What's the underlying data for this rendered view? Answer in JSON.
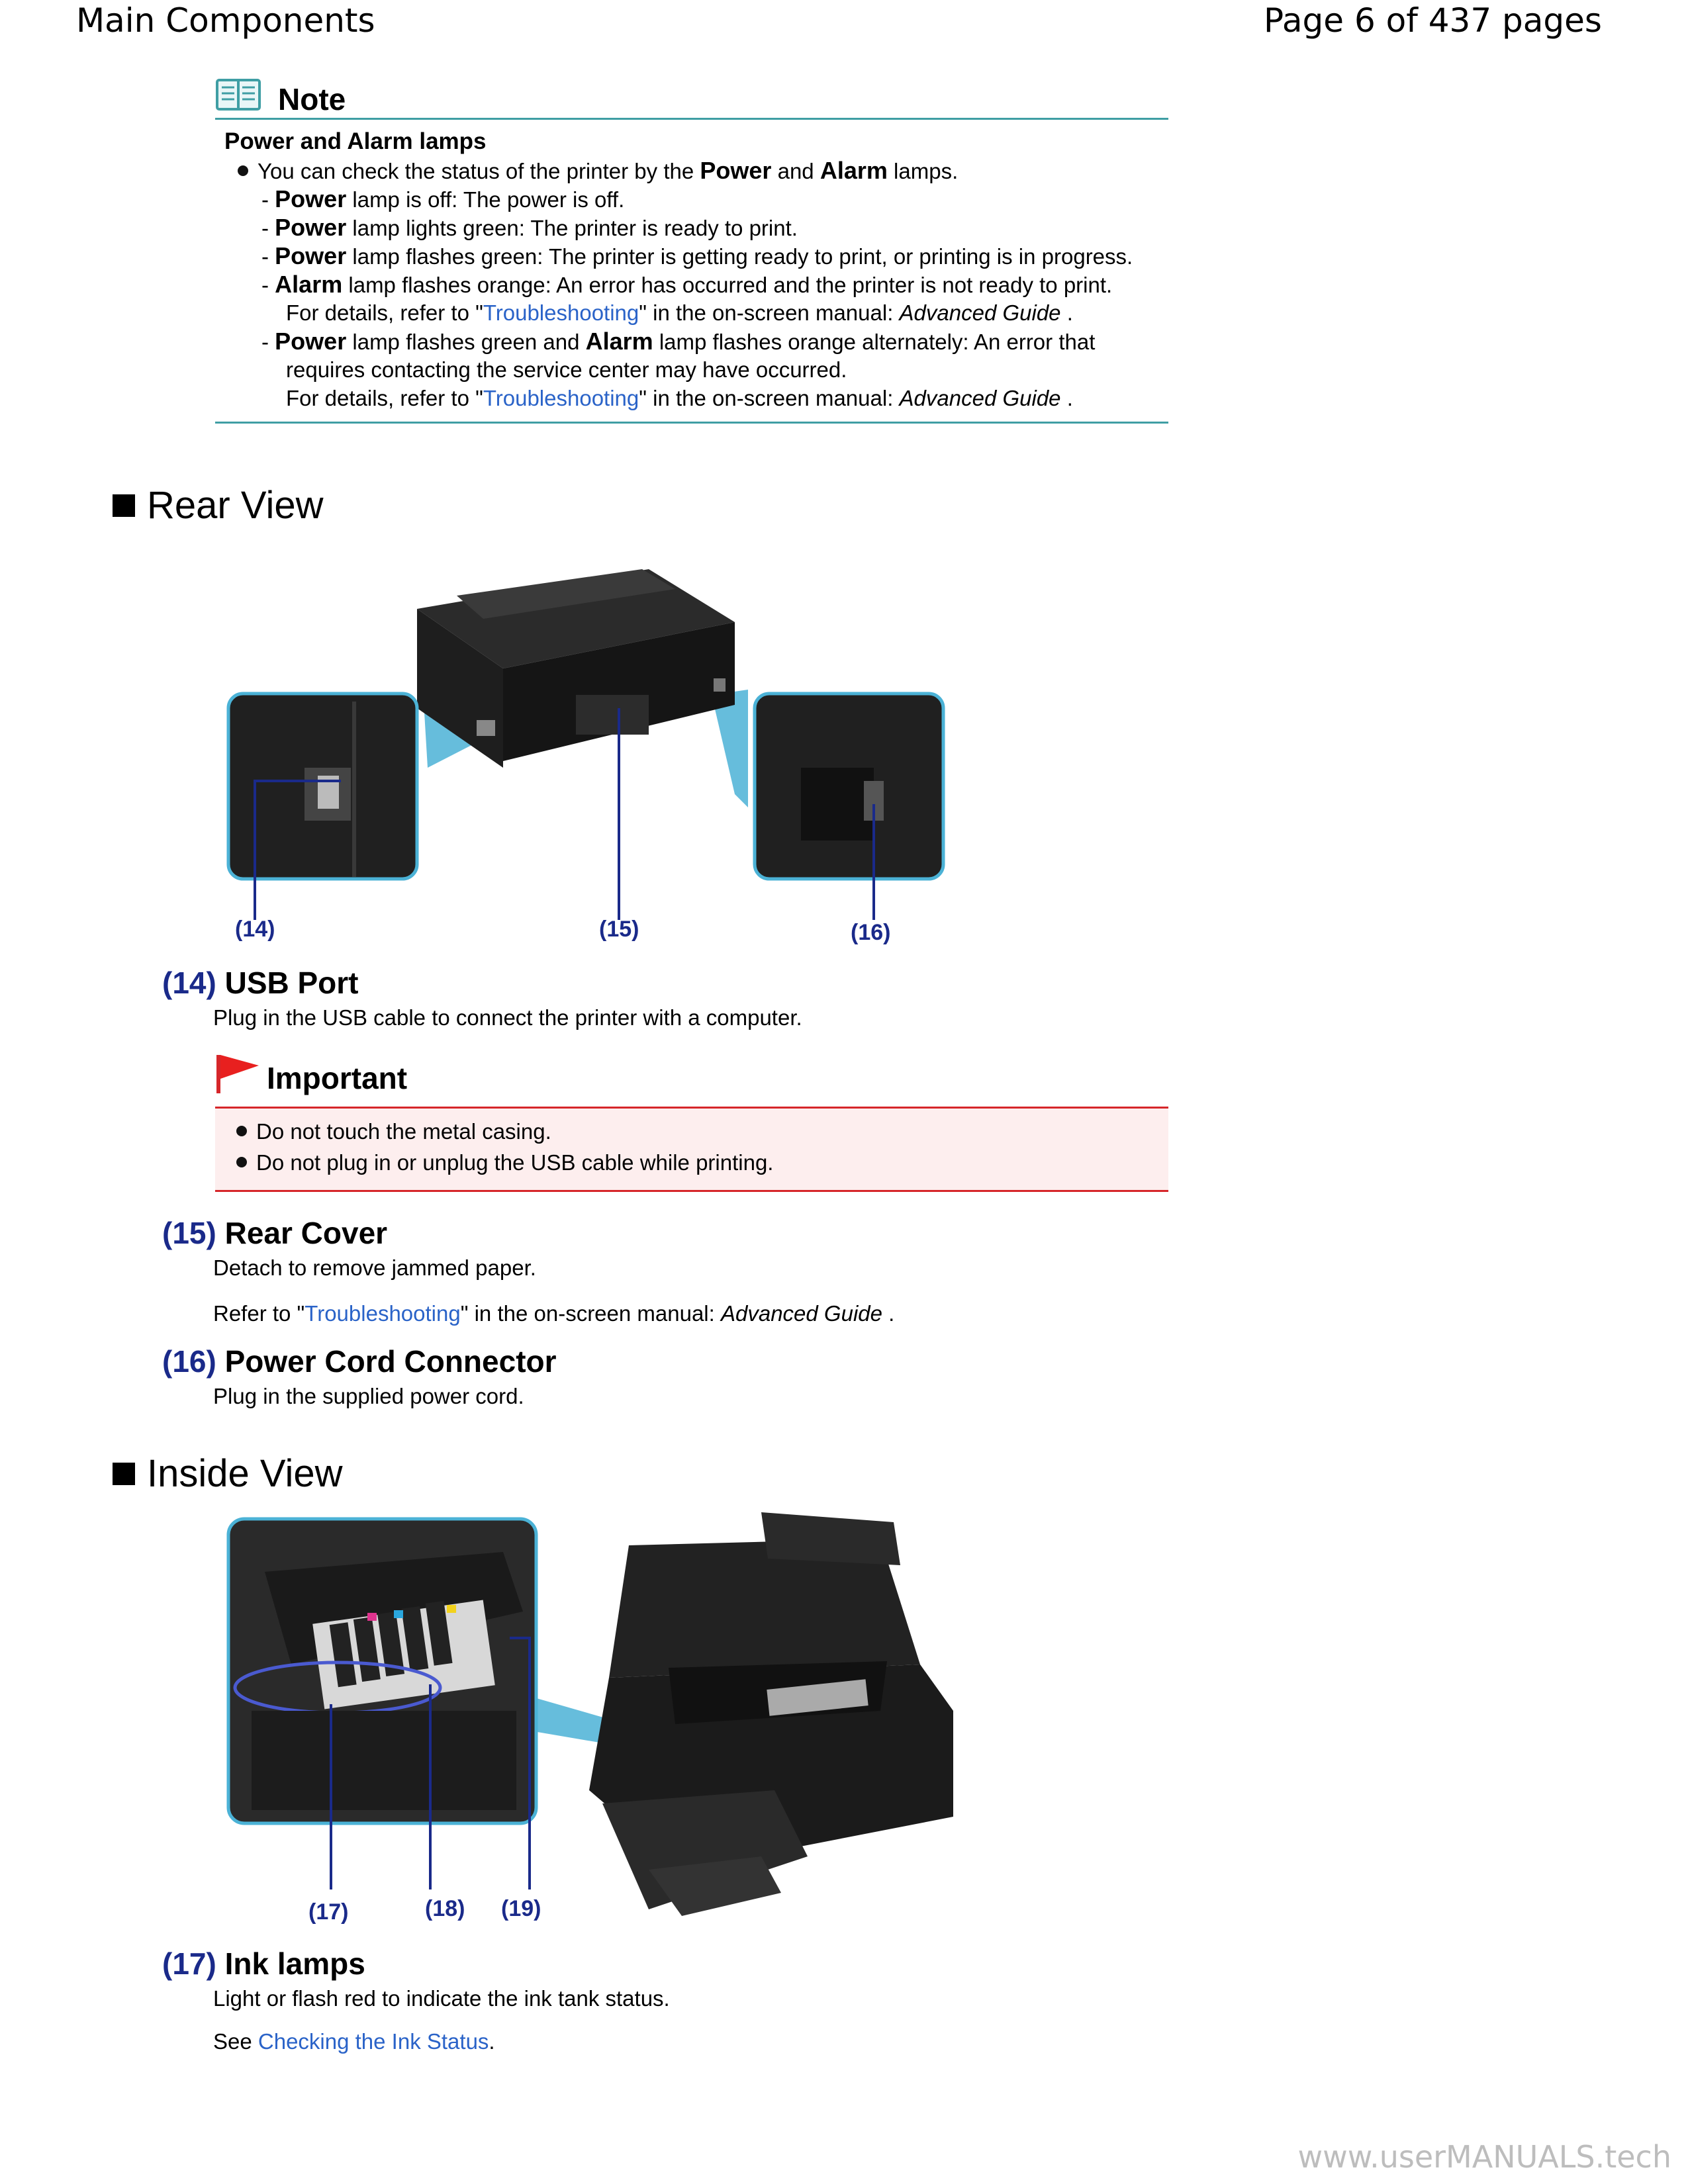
{
  "header": {
    "left": "Main Components",
    "right": "Page 6 of 437 pages"
  },
  "note": {
    "title": "Note",
    "heading": "Power and Alarm lamps",
    "intro": {
      "pre": "You can check the status of the printer by the ",
      "power": "Power",
      "and": " and ",
      "alarm": "Alarm",
      "post": " lamps."
    },
    "lines": [
      {
        "dash": "- ",
        "bold": "Power",
        "text": " lamp is off: The power is off."
      },
      {
        "dash": "- ",
        "bold": "Power",
        "text": " lamp lights green: The printer is ready to print."
      },
      {
        "dash": "- ",
        "bold": "Power",
        "text": " lamp flashes green: The printer is getting ready to print, or printing is in progress."
      },
      {
        "dash": "- ",
        "bold": "Alarm",
        "text": " lamp flashes orange: An error has occurred and the printer is not ready to print."
      }
    ],
    "detail1": {
      "pre": "For details, refer to \"",
      "link": "Troubleshooting",
      "mid": "\" in the on-screen manual: ",
      "guide": "Advanced Guide",
      "post": " ."
    },
    "line5": {
      "dash": "- ",
      "bold1": "Power",
      "mid": " lamp flashes green and ",
      "bold2": "Alarm",
      "post": " lamp flashes orange alternately: An error that"
    },
    "line5b": "requires contacting the service center may have occurred.",
    "detail2": {
      "pre": "For details, refer to \"",
      "link": "Troubleshooting",
      "mid": "\" in the on-screen manual: ",
      "guide": "Advanced Guide",
      "post": " ."
    }
  },
  "rear_view": {
    "title": "Rear View",
    "callouts": [
      "(14)",
      "(15)",
      "(16)"
    ],
    "items": [
      {
        "num": "(14)",
        "name": "USB Port",
        "desc": "Plug in the USB cable to connect the printer with a computer."
      },
      {
        "num": "(15)",
        "name": "Rear Cover",
        "desc": "Detach to remove jammed paper."
      },
      {
        "num": "(16)",
        "name": "Power Cord Connector",
        "desc": "Plug in the supplied power cord."
      }
    ],
    "important": {
      "title": "Important",
      "bullets": [
        "Do not touch the metal casing.",
        "Do not plug in or unplug the USB cable while printing."
      ]
    },
    "refer": {
      "pre": "Refer to \"",
      "link": "Troubleshooting",
      "mid": "\" in the on-screen manual: ",
      "guide": "Advanced Guide",
      "post": " ."
    }
  },
  "inside_view": {
    "title": "Inside View",
    "callouts": [
      "(17)",
      "(18)",
      "(19)"
    ],
    "items": [
      {
        "num": "(17)",
        "name": "Ink lamps",
        "desc": "Light or flash red to indicate the ink tank status."
      }
    ],
    "see": {
      "pre": "See ",
      "link": "Checking the Ink Status",
      "post": "."
    }
  },
  "watermark": "www.userMANUALS.tech",
  "colors": {
    "teal_rule": "#3f9ea4",
    "link": "#2a63c8",
    "important_red": "#d6262a",
    "important_bg": "#fdeeee",
    "callout_blue": "#1a2a8a"
  }
}
